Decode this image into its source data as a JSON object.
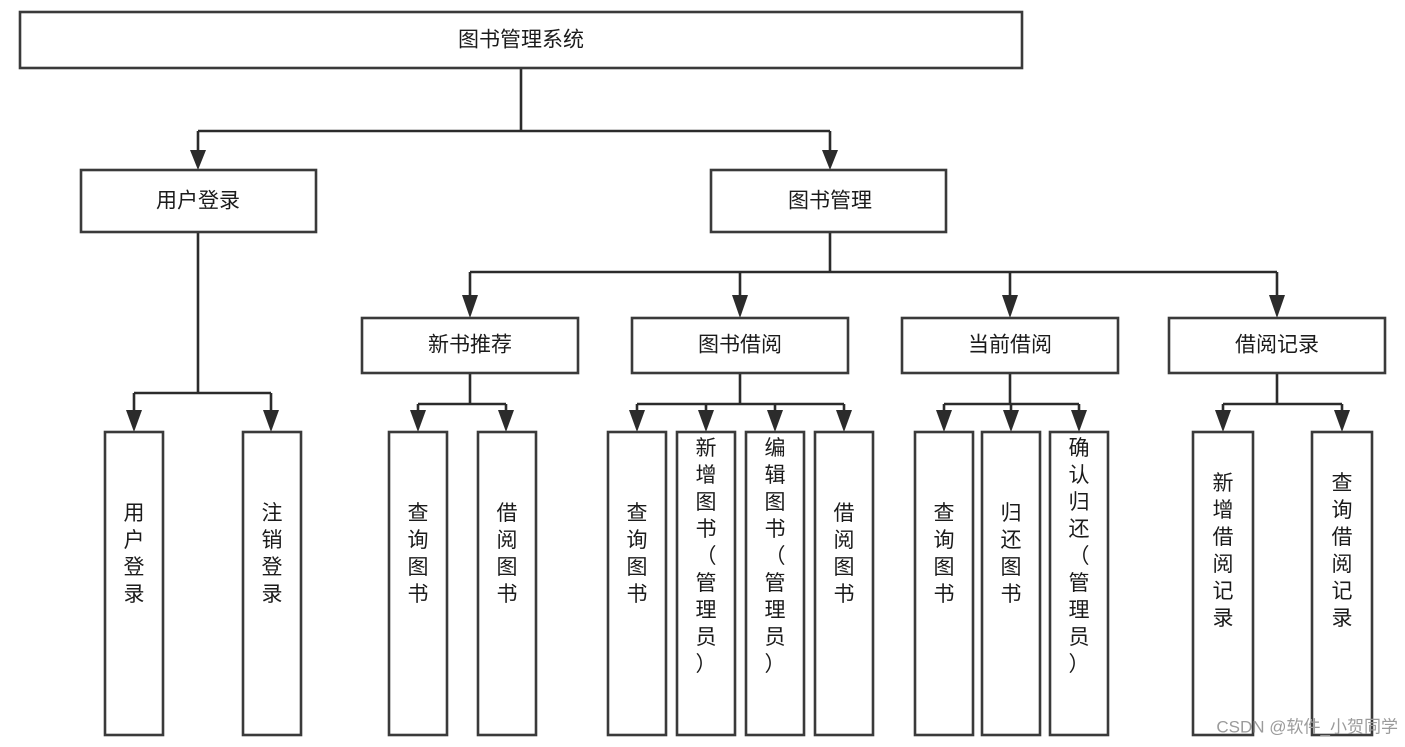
{
  "diagram": {
    "title": "图书管理系统",
    "type": "tree-hierarchy-diagram",
    "orientation": "top-down",
    "colors": {
      "box_fill": "#ffffff",
      "box_stroke": "#3a3a3a",
      "connector": "#2b2b2b",
      "text": "#1b1b1b",
      "background": "#ffffff",
      "watermark": "#9b9b9b"
    },
    "root": {
      "label": "图书管理系统"
    },
    "level2": [
      {
        "label": "用户登录"
      },
      {
        "label": "图书管理"
      }
    ],
    "level3": [
      {
        "label": "新书推荐"
      },
      {
        "label": "图书借阅"
      },
      {
        "label": "当前借阅"
      },
      {
        "label": "借阅记录"
      }
    ],
    "leaves": {
      "user_login": [
        {
          "label": "用户登录"
        },
        {
          "label": "注销登录"
        }
      ],
      "new_book_recommend": [
        {
          "label": "查询图书"
        },
        {
          "label": "借阅图书"
        }
      ],
      "book_borrow": [
        {
          "label": "查询图书"
        },
        {
          "label": "新增图书（管理员）"
        },
        {
          "label": "编辑图书（管理员）"
        },
        {
          "label": "借阅图书"
        }
      ],
      "current_borrow": [
        {
          "label": "查询图书"
        },
        {
          "label": "归还图书"
        },
        {
          "label": "确认归还（管理员）"
        }
      ],
      "borrow_record": [
        {
          "label": "新增借阅记录"
        },
        {
          "label": "查询借阅记录"
        }
      ]
    }
  },
  "watermark": {
    "text": "CSDN @软件_小贺同学"
  }
}
